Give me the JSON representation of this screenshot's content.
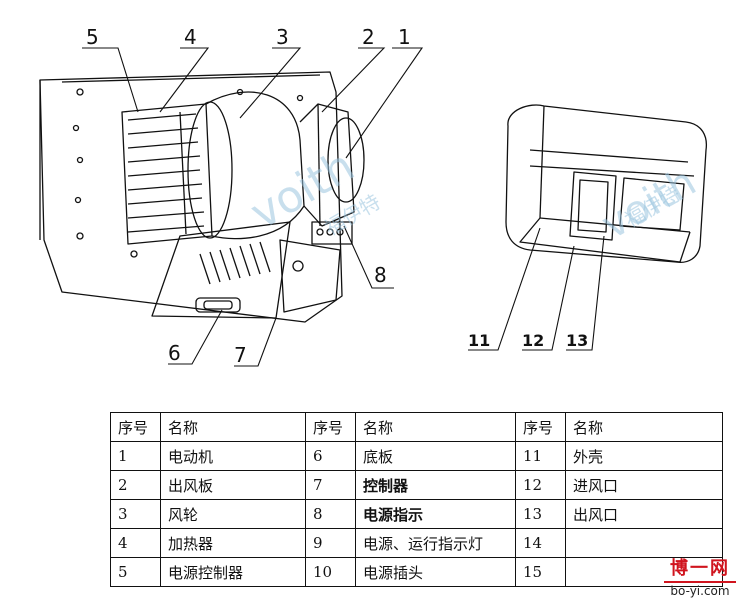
{
  "left_callouts": {
    "n1": "1",
    "n2": "2",
    "n3": "3",
    "n4": "4",
    "n5": "5",
    "n6": "6",
    "n7": "7",
    "n8": "8"
  },
  "right_callouts": {
    "n11": "11",
    "n12": "12",
    "n13": "13"
  },
  "watermarks": {
    "latin": "voith",
    "cn": "福伊特"
  },
  "table": {
    "headers": [
      "序号",
      "名称",
      "序号",
      "名称",
      "序号",
      "名称"
    ],
    "rows": [
      [
        "1",
        "电动机",
        "6",
        "底板",
        "11",
        "外壳"
      ],
      [
        "2",
        "出风板",
        "7",
        "控制器",
        "12",
        "进风口"
      ],
      [
        "3",
        "风轮",
        "8",
        "电源指示",
        "13",
        "出风口"
      ],
      [
        "4",
        "加热器",
        "9",
        "电源、运行指示灯",
        "14",
        ""
      ],
      [
        "5",
        "电源控制器",
        "10",
        "电源插头",
        "15",
        ""
      ]
    ]
  },
  "site": {
    "cn": "博一网",
    "en": "bo-yi.com"
  }
}
